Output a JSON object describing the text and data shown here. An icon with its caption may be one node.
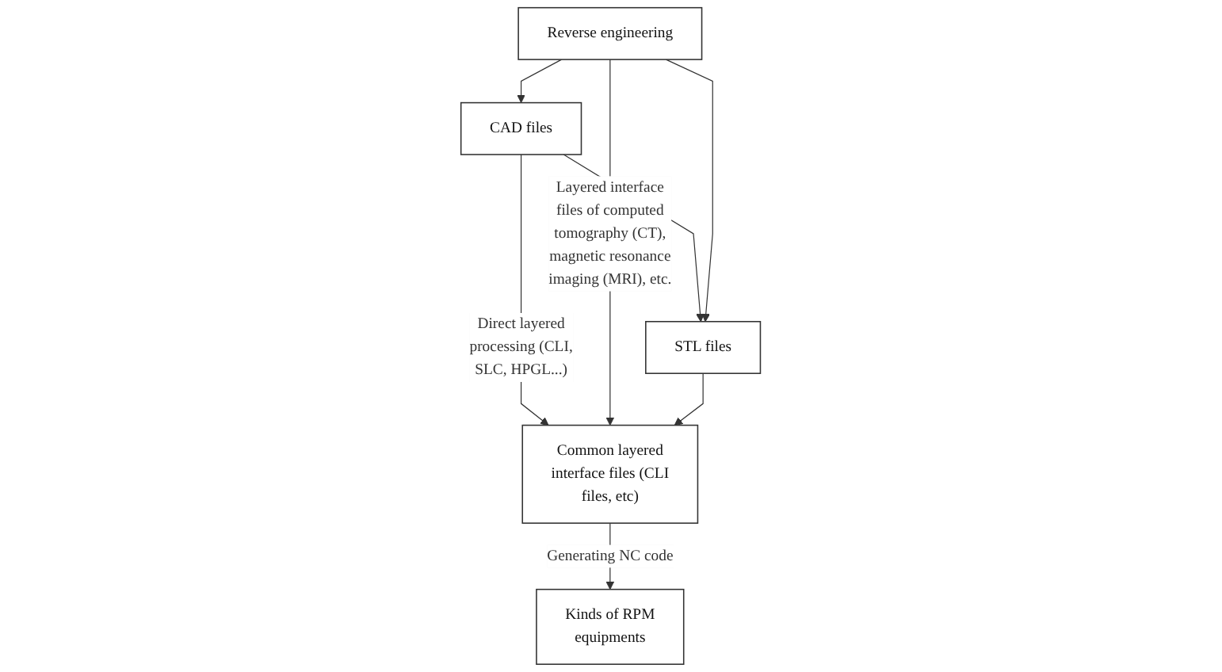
{
  "diagram": {
    "nodes": [
      {
        "text": [
          "CAD files"
        ]
      },
      {
        "text": [
          "Reverse engineering"
        ]
      },
      {
        "text": [
          "STL files"
        ]
      },
      {
        "text": [
          "Common layered interface files (CLI files, etc)"
        ]
      },
      {
        "text": [
          "Kinds of RPM equipments"
        ]
      }
    ],
    "edges": [
      {
        "from": 1,
        "to": 0,
        "arrow": "to"
      },
      {
        "from": 0,
        "to": 2,
        "arrow": "to"
      },
      {
        "from": 1,
        "to": 2,
        "arrow": "to"
      },
      {
        "from": 0,
        "to": 3,
        "arrow": "to",
        "label": "Direct layered processing (CLI, SLC, HPGL...)"
      },
      {
        "from": 1,
        "to": 3,
        "arrow": "to",
        "label": "Layered interface files of computed tomography (CT), magnetic resonance imaging (MRI), etc."
      },
      {
        "from": 2,
        "to": 3,
        "arrow": "to"
      },
      {
        "from": 3,
        "to": 4,
        "arrow": "to",
        "label": "Generating NC code"
      }
    ]
  }
}
